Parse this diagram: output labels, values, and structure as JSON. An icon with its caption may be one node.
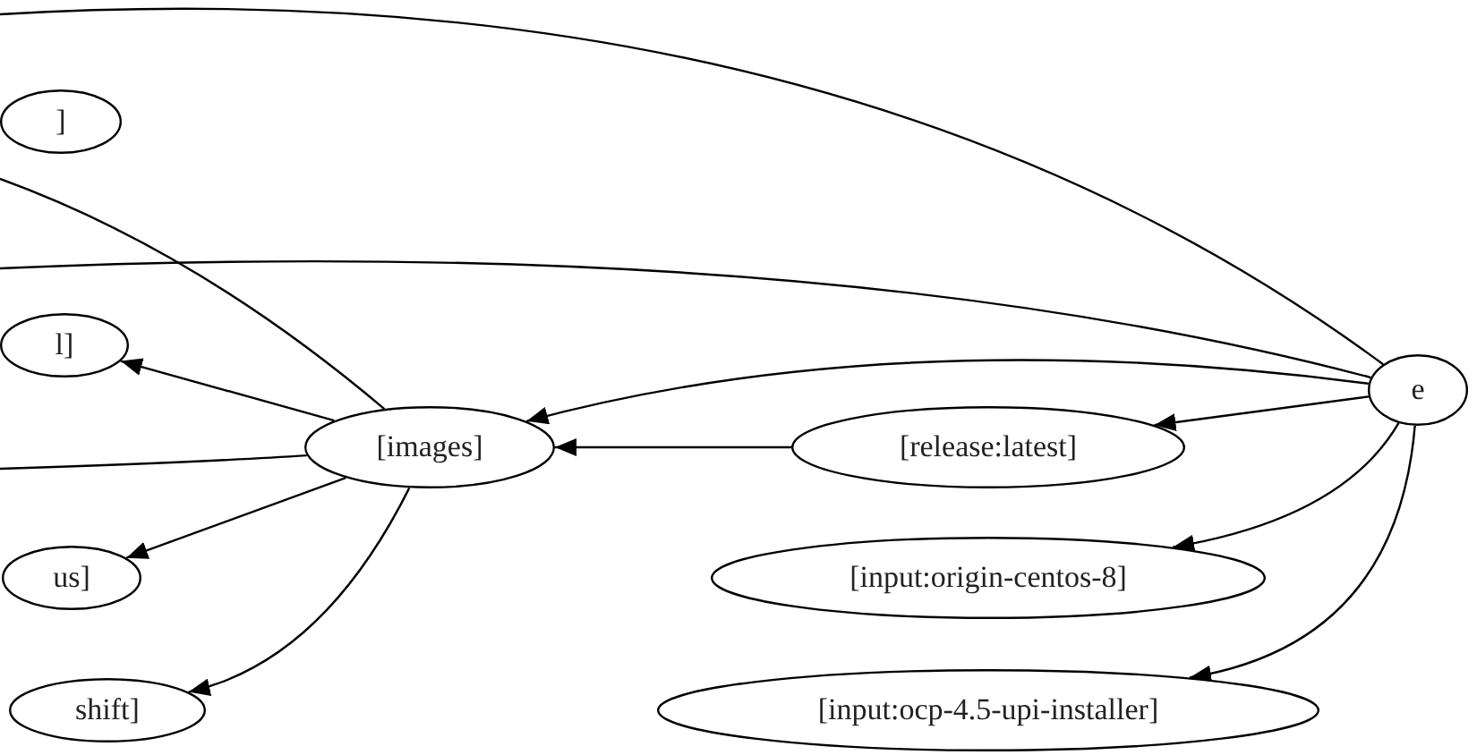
{
  "diagram": {
    "nodes": [
      {
        "text": [
          "]"
        ]
      },
      {
        "text": [
          "l]"
        ]
      },
      {
        "text": [
          "us]"
        ]
      },
      {
        "text": [
          "shift]"
        ]
      },
      {
        "text": [
          "[images]"
        ]
      },
      {
        "text": [
          "[release:latest]"
        ]
      },
      {
        "text": [
          "[input:origin-centos-8]"
        ]
      },
      {
        "text": [
          "[input:ocp-4.5-upi-installer]"
        ]
      },
      {
        "text": [
          "e"
        ]
      }
    ],
    "edges": [
      {
        "from": 8,
        "to": null,
        "arrow": "none"
      },
      {
        "from": 8,
        "to": null,
        "arrow": "none"
      },
      {
        "from": 8,
        "to": 4,
        "arrow": "to"
      },
      {
        "from": 8,
        "to": 5,
        "arrow": "to"
      },
      {
        "from": 8,
        "to": 6,
        "arrow": "to"
      },
      {
        "from": 8,
        "to": 7,
        "arrow": "to"
      },
      {
        "from": 5,
        "to": 4,
        "arrow": "to"
      },
      {
        "from": 4,
        "to": null,
        "arrow": "none"
      },
      {
        "from": 4,
        "to": 1,
        "arrow": "to"
      },
      {
        "from": 4,
        "to": null,
        "arrow": "none"
      },
      {
        "from": 4,
        "to": 2,
        "arrow": "to"
      },
      {
        "from": 4,
        "to": 3,
        "arrow": "to"
      }
    ]
  }
}
